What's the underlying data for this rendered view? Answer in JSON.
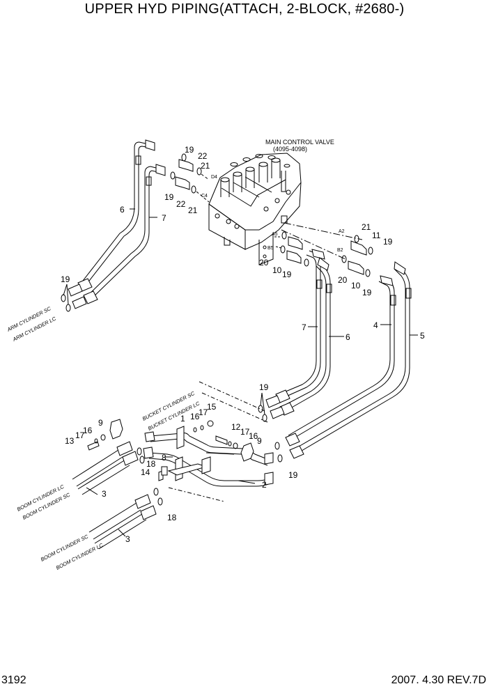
{
  "title": "UPPER HYD PIPING(ATTACH, 2-BLOCK, #2680-)",
  "page_number": "3192",
  "revision": "2007. 4.30  REV.7D",
  "valve": {
    "name": "MAIN CONTROL VALVE",
    "range": "(4095-4098)"
  },
  "ports": {
    "d4": "D4",
    "c4": "C4",
    "a2": "A2",
    "b2": "B2",
    "a5": "A5",
    "b5": "B5"
  },
  "cylinders": {
    "arm_sc": "ARM CYLINDER SC",
    "arm_lc": "ARM CYLINDER LC",
    "bucket_sc": "BUCKET CYLINDER SC",
    "bucket_lc": "BUCKET CYLINDER LC",
    "boom_lc_upper": "BOOM CYLINDER LC",
    "boom_sc_upper": "BOOM CYLINDER SC",
    "boom_sc_lower": "BOOM CYLINDER SC",
    "boom_lc_lower": "BOOM CYLINDER LC"
  },
  "callouts": [
    "19",
    "22",
    "21",
    "19",
    "22",
    "21",
    "6",
    "7",
    "19",
    "21",
    "11",
    "19",
    "20",
    "10",
    "19",
    "20",
    "10",
    "19",
    "7",
    "6",
    "4",
    "5",
    "19",
    "1",
    "16",
    "17",
    "15",
    "9",
    "16",
    "13",
    "17",
    "12",
    "17",
    "16",
    "9",
    "8",
    "18",
    "14",
    "19",
    "2",
    "3",
    "18",
    "3"
  ]
}
